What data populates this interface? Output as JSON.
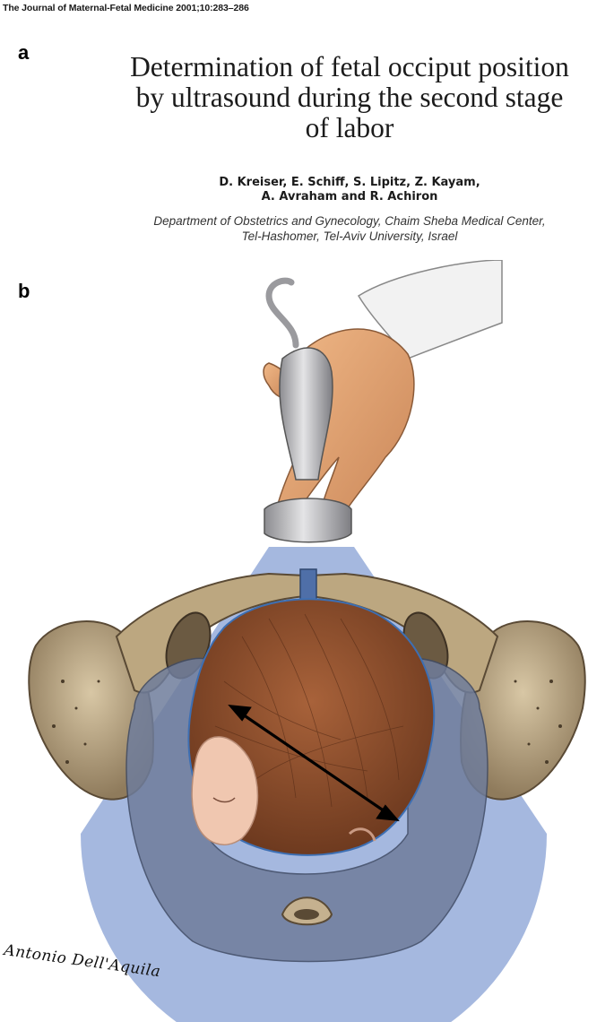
{
  "journal": {
    "citation": "The Journal of Maternal-Fetal Medicine 2001;10:283–286"
  },
  "panels": {
    "a": "a",
    "b": "b"
  },
  "article": {
    "title_lines": [
      "Determination of fetal occiput position",
      "by ultrasound during the second stage",
      "of labor"
    ],
    "author_lines": [
      "D. Kreiser, E. Schiff, S. Lipitz, Z. Kayam,",
      "A. Avraham and R. Achiron"
    ],
    "affiliation_lines": [
      "Department of Obstetrics and Gynecology, Chaim Sheba Medical Center,",
      "Tel-Hashomer, Tel-Aviv University, Israel"
    ]
  },
  "illustration": {
    "signature": "Antonio Dell'Aquila",
    "colors": {
      "ultrasound_beam": "#9bb0dc",
      "bone": "#c5b18f",
      "bone_dark": "#8f7b5c",
      "soft_tissue": "#6f7d9c",
      "fetal_hair": "#8a4a2a",
      "fetal_skin": "#f0c7b0",
      "hand_skin": "#e5a374",
      "probe": "#b5b5b8",
      "sleeve": "#f2f2f2"
    }
  }
}
